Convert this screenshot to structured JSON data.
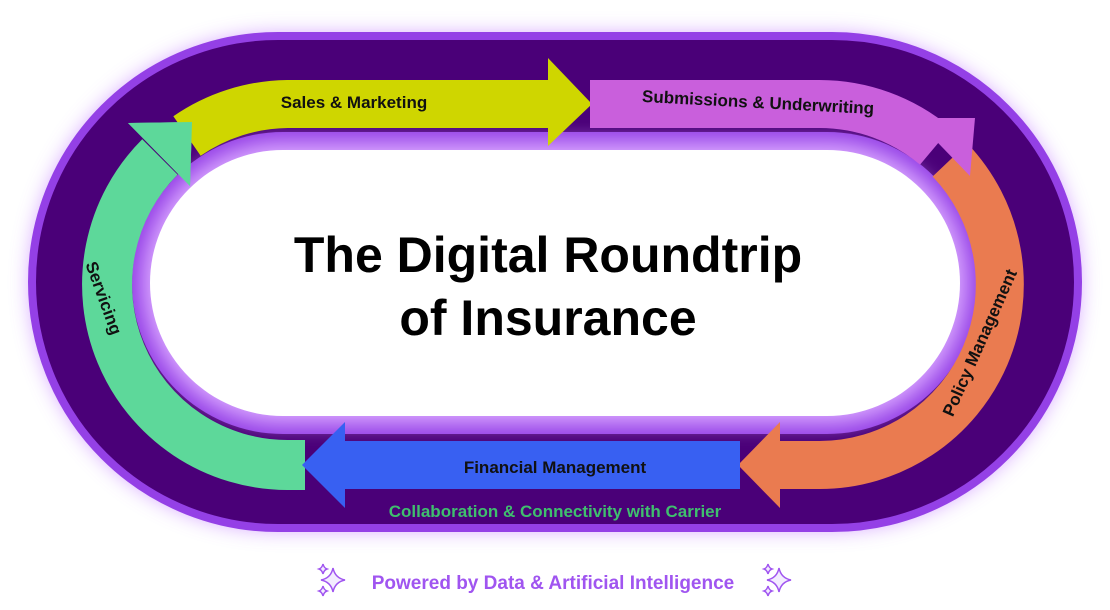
{
  "title": {
    "line1": "The Digital Roundtrip",
    "line2": "of Insurance"
  },
  "stages": {
    "sales": "Sales & Marketing",
    "submissions": "Submissions & Underwriting",
    "policy": "Policy Management",
    "financial": "Financial Management",
    "servicing": "Servicing"
  },
  "carrier_label": "Collaboration & Connectivity with Carrier",
  "footer": "Powered by Data & Artificial Intelligence",
  "colors": {
    "track_dark": "#4a0078",
    "track_border": "#9440e6",
    "sales": "#cfd600",
    "submissions": "#c95fdc",
    "policy": "#ea7b50",
    "financial": "#3860f2",
    "servicing": "#5dd89a",
    "carrier_text": "#3fbf6e",
    "footer_text": "#a055f0"
  }
}
